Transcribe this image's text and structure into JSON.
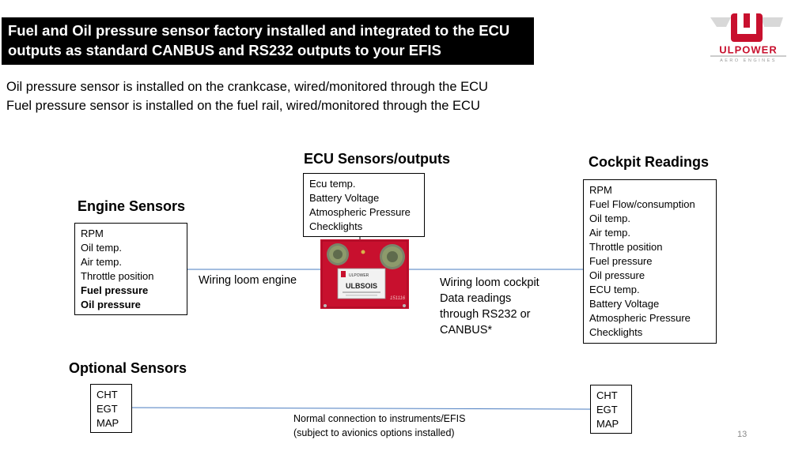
{
  "title": {
    "line1": "Fuel and Oil pressure sensor factory installed and integrated to the ECU",
    "line2": "outputs as standard CANBUS and RS232 outputs to your EFIS"
  },
  "intro": {
    "line1": "Oil pressure sensor is installed on the crankcase, wired/monitored through the ECU",
    "line2": "Fuel pressure sensor is installed on the fuel rail, wired/monitored through the ECU"
  },
  "logo": {
    "brand": "ULPOWER",
    "tagline": "AERO ENGINES",
    "colors": {
      "red": "#c8102e",
      "gray": "#9a9a9a"
    }
  },
  "engine_sensors": {
    "heading": "Engine Sensors",
    "items": [
      {
        "text": "RPM",
        "bold": false
      },
      {
        "text": "Oil temp.",
        "bold": false
      },
      {
        "text": "Air temp.",
        "bold": false
      },
      {
        "text": "Throttle position",
        "bold": false
      },
      {
        "text": "Fuel pressure",
        "bold": true
      },
      {
        "text": "Oil pressure",
        "bold": true
      }
    ]
  },
  "ecu": {
    "heading": "ECU Sensors/outputs",
    "items": [
      "Ecu temp.",
      "Battery  Voltage",
      "Atmospheric Pressure",
      "Checklights"
    ],
    "unit_model": "ULBSOIS",
    "unit_serial": "151116",
    "colors": {
      "body": "#c8102e",
      "connector": "#8d9a6b"
    }
  },
  "cockpit": {
    "heading": "Cockpit Readings",
    "items": [
      "RPM",
      "Fuel Flow/consumption",
      "Oil temp.",
      "Air temp.",
      "Throttle position",
      "Fuel pressure",
      "Oil pressure",
      "ECU temp.",
      "Battery Voltage",
      "Atmospheric Pressure",
      "Checklights"
    ]
  },
  "wiring_engine": {
    "label": "Wiring loom engine"
  },
  "wiring_cockpit": {
    "line1": "Wiring loom cockpit",
    "line2": "Data readings",
    "line3": "through RS232 or",
    "line4": "CANBUS*"
  },
  "optional": {
    "heading": "Optional Sensors",
    "left_items": [
      "CHT",
      "EGT",
      "MAP"
    ],
    "right_items": [
      "CHT",
      "EGT",
      "MAP"
    ],
    "connection_line1": "Normal connection to instruments/EFIS",
    "connection_line2": "(subject to avionics options installed)"
  },
  "page_number": "13",
  "colors": {
    "connector_line": "#4a7cc0"
  }
}
